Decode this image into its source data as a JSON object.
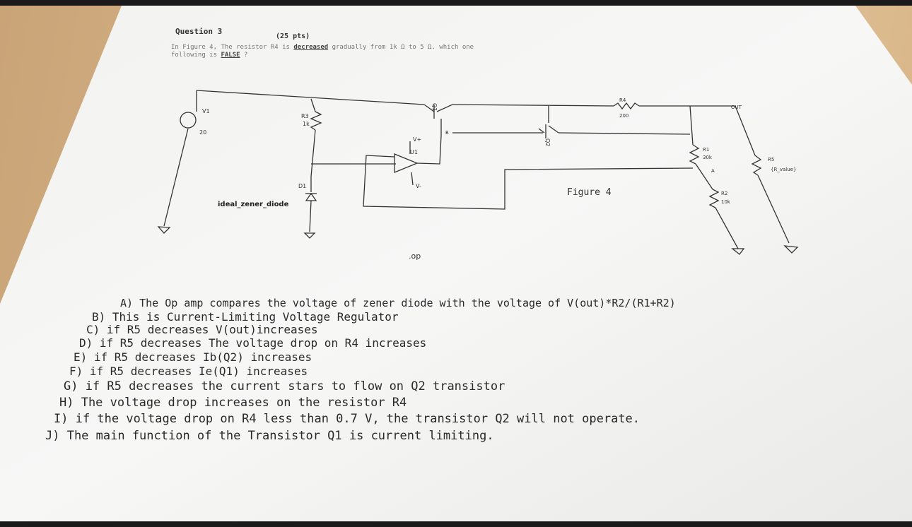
{
  "header": {
    "question": "Question 3",
    "points": "(25 pts)",
    "intro_line1_a": "In Figure 4, The resistor R4 is ",
    "intro_line1_u": "decreased",
    "intro_line1_b": " gradually from 1k Ω to 5 Ω. which one",
    "intro_line2_a": "following is ",
    "intro_line2_u": "FALSE",
    "intro_line2_b": " ?"
  },
  "figure": {
    "caption": "Figure 4",
    "v1": "V1",
    "v1_value": "20",
    "r3": "R3",
    "r3_value": "1k",
    "d1": "D1",
    "zener": "ideal_zener_diode",
    "q1": "Q1",
    "q2": "Q2",
    "u1": "U1",
    "vplus": "V+",
    "vminus": "V-",
    "b": "B",
    "r4": "R4",
    "r4_value": "200",
    "out": "OUT",
    "r1": "R1",
    "r1_value": "30k",
    "a": "A",
    "r2": "R2",
    "r2_value": "10k",
    "r5": "R5",
    "r5_value": "{R_value}",
    "op": ".op"
  },
  "options": [
    "A) The Op amp compares the voltage of zener diode with the voltage of V(out)*R2/(R1+R2)",
    "B) This is Current-Limiting Voltage Regulator",
    "C) if R5 decreases V(out)increases",
    "D) if R5 decreases The voltage drop on R4 increases",
    "E) if R5 decreases Ib(Q2) increases",
    "F) if R5 decreases Ie(Q1) increases",
    "G) if R5 decreases the current stars to flow on Q2 transistor",
    "H) The voltage drop increases on the resistor R4",
    "I) if the voltage drop on R4 less than 0.7 V, the transistor Q2 will not operate.",
    "J) The main function of the Transistor Q1 is current limiting."
  ]
}
